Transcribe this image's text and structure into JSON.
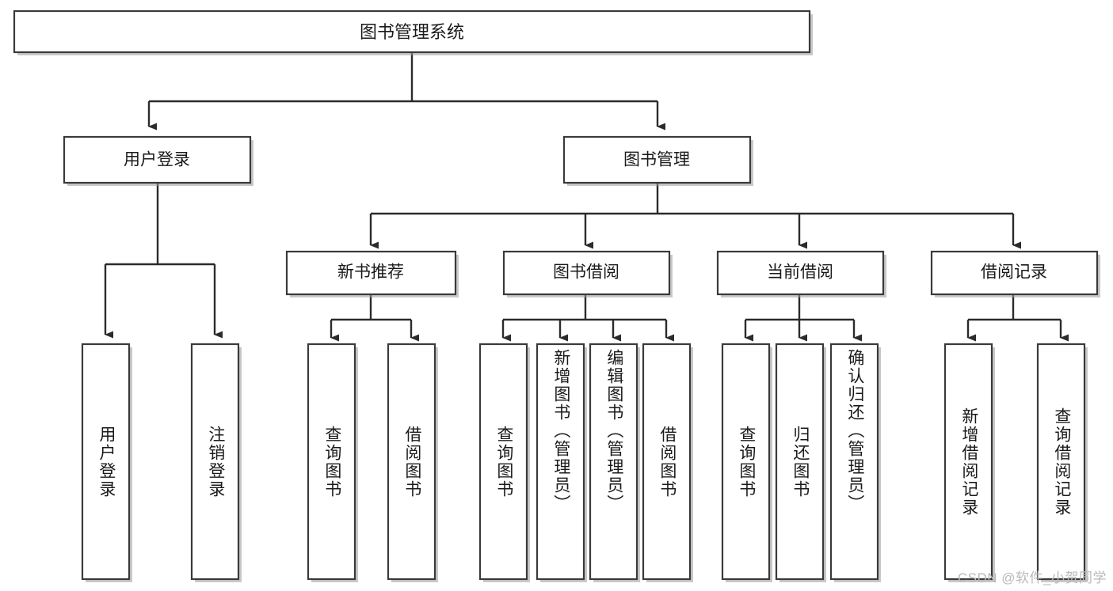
{
  "diagram": {
    "title": "图书管理系统",
    "type": "tree",
    "colors": {
      "background": "#ffffff",
      "box_fill": "#ffffff",
      "box_stroke": "#3a3a3a",
      "connector": "#2b2b2b",
      "text": "#1a1a1a",
      "watermark": "#b9b9b9"
    },
    "root": {
      "label": "图书管理系统"
    },
    "level1": [
      {
        "label": "用户登录"
      },
      {
        "label": "图书管理"
      }
    ],
    "level2": [
      {
        "label": "新书推荐"
      },
      {
        "label": "图书借阅"
      },
      {
        "label": "当前借阅"
      },
      {
        "label": "借阅记录"
      }
    ],
    "leaves": {
      "user_login": [
        {
          "label": "用户登录"
        },
        {
          "label": "注销登录"
        }
      ],
      "new_book": [
        {
          "label": "查询图书"
        },
        {
          "label": "借阅图书"
        }
      ],
      "book_borrow": [
        {
          "label": "查询图书"
        },
        {
          "label": "新增图书（管理员）"
        },
        {
          "label": "编辑图书（管理员）"
        },
        {
          "label": "借阅图书"
        }
      ],
      "current_borrow": [
        {
          "label": "查询图书"
        },
        {
          "label": "归还图书"
        },
        {
          "label": "确认归还（管理员）"
        }
      ],
      "borrow_record": [
        {
          "label": "新增借阅记录"
        },
        {
          "label": "查询借阅记录"
        }
      ]
    }
  },
  "watermark": {
    "text": "CSDN @软件_小贺同学"
  }
}
